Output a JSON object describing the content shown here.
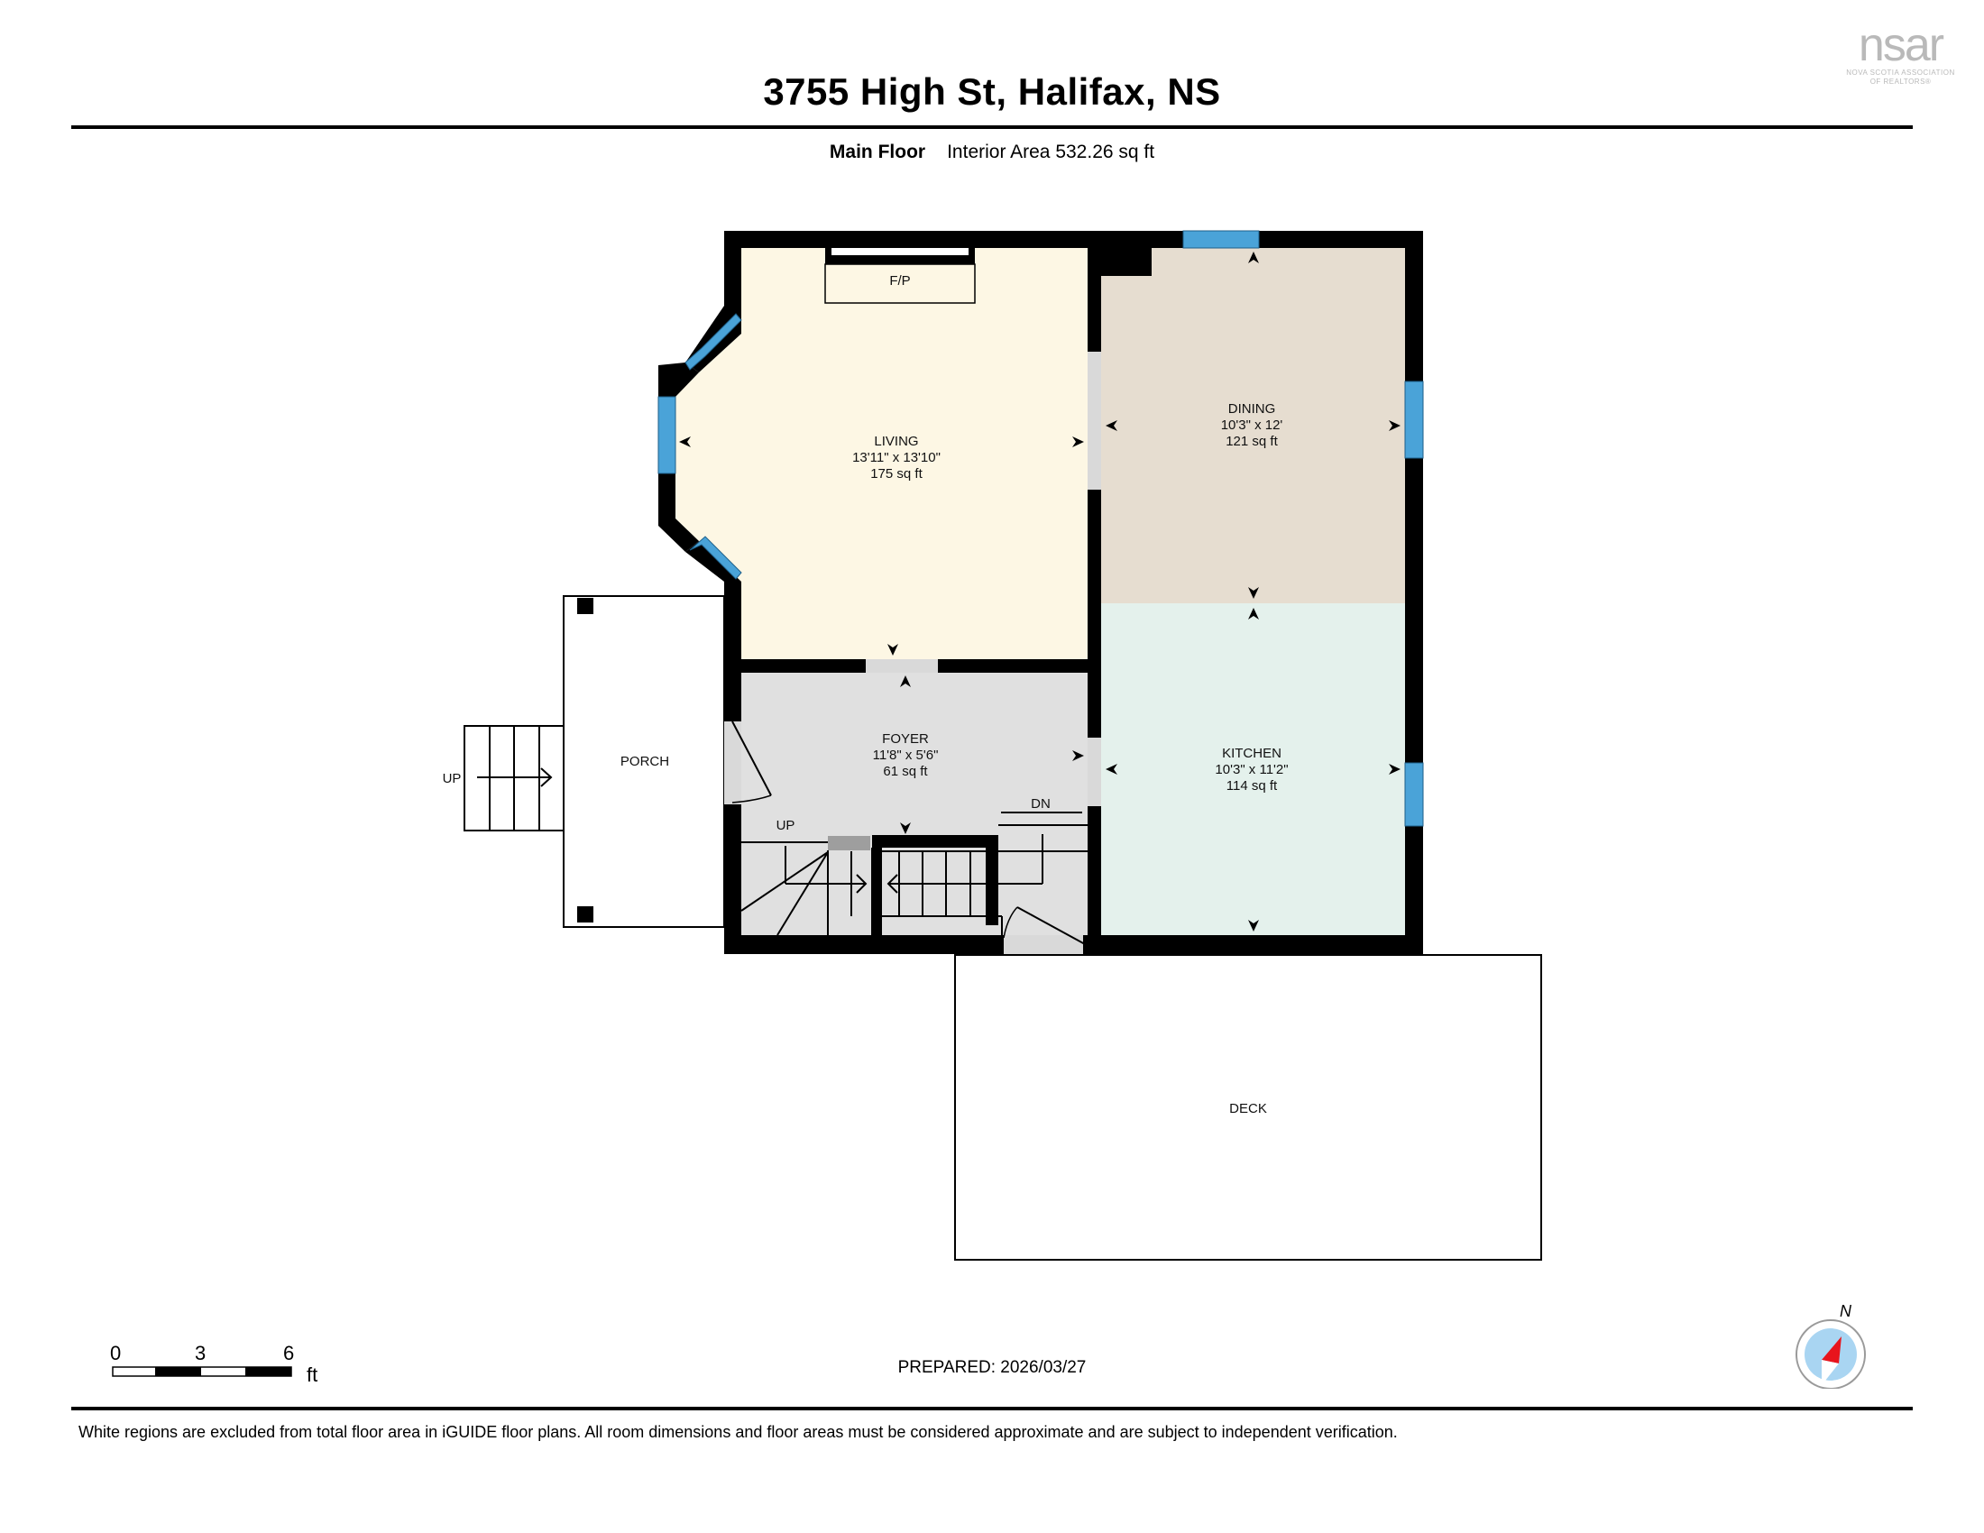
{
  "header": {
    "title": "3755 High St, Halifax, NS",
    "floor_name": "Main Floor",
    "interior_area": "Interior Area 532.26 sq ft"
  },
  "logo": {
    "mark": "nsar",
    "line1": "NOVA SCOTIA ASSOCIATION",
    "line2": "OF REALTORS®",
    "color": "#b9b9b9"
  },
  "rooms": [
    {
      "name": "LIVING",
      "dims": "13'11\" x 13'10\"",
      "area": "175 sq ft",
      "color": "#fdf7e4"
    },
    {
      "name": "DINING",
      "dims": "10'3\" x 12'",
      "area": "121 sq ft",
      "color": "#e6ddd0"
    },
    {
      "name": "FOYER",
      "dims": "11'8\" x 5'6\"",
      "area": "61 sq ft",
      "color": "#e0e0e0"
    },
    {
      "name": "KITCHEN",
      "dims": "10'3\" x 11'2\"",
      "area": "114 sq ft",
      "color": "#e4f1ec"
    }
  ],
  "exterior_areas": [
    {
      "name": "PORCH"
    },
    {
      "name": "DECK"
    }
  ],
  "fixtures": {
    "fireplace": "F/P",
    "porch_stairs": "UP",
    "foyer_stairs_up": "UP",
    "foyer_stairs_down": "DN"
  },
  "colors": {
    "wall": "#000000",
    "window": "#4aa3d8",
    "door_opening": "#d9d9d9"
  },
  "scale": {
    "ticks": [
      "0",
      "3",
      "6"
    ],
    "unit": "ft"
  },
  "compass": {
    "label": "N",
    "needle_color": "#e8141c",
    "dial_color": "#a9d5f2"
  },
  "footer": {
    "prepared": "PREPARED: 2026/03/27",
    "disclaimer": "White regions are excluded from total floor area in iGUIDE floor plans. All room dimensions and floor areas must be considered approximate and are subject to independent verification."
  }
}
